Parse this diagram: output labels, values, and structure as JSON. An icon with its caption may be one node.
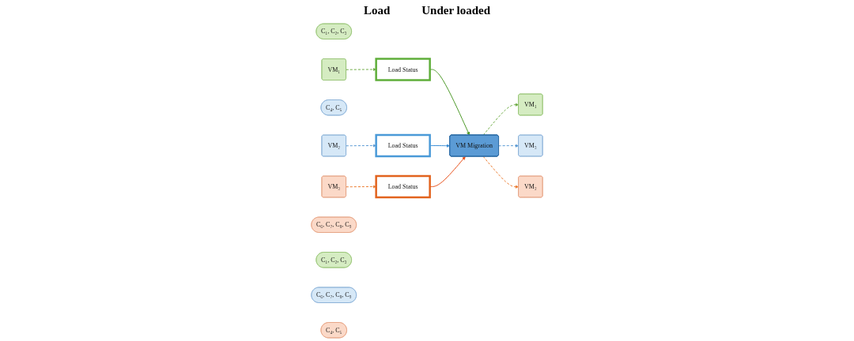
{
  "diagram": {
    "nodes": [
      {
        "text": [
          "C₁, C₂, C₃"
        ]
      },
      {
        "text": [
          "VM₁"
        ]
      },
      {
        "text": [
          "Load Status"
        ]
      },
      {
        "text": [
          "C₄, C₅"
        ]
      },
      {
        "text": [
          "VM₂"
        ]
      },
      {
        "text": [
          "Load Status"
        ]
      },
      {
        "text": [
          "VM₃"
        ]
      },
      {
        "text": [
          "C₆, C₇, C₈, C₉"
        ]
      },
      {
        "text": [
          "Load Status"
        ]
      },
      {
        "text": [
          "VM Migration"
        ]
      },
      {
        "text": [
          "VM₁"
        ]
      },
      {
        "text": [
          "C₁, C₂, C₃"
        ]
      },
      {
        "text": [
          "VM₃"
        ]
      },
      {
        "text": [
          "C₆, C₇, C₈, C₉"
        ]
      },
      {
        "text": [
          "VM₂"
        ]
      },
      {
        "text": [
          "C₄, C₅"
        ]
      }
    ],
    "edges": [
      {
        "from": 1,
        "to": 2,
        "arrow": "to",
        "style": "dashed",
        "color": "#70ad47"
      },
      {
        "from": 4,
        "to": 5,
        "arrow": "to",
        "style": "dashed",
        "color": "#5b9bd5"
      },
      {
        "from": 6,
        "to": 8,
        "arrow": "to",
        "style": "dashed",
        "color": "#ed7d31"
      },
      {
        "from": 2,
        "to": 9,
        "arrow": "to",
        "color": "#4e9a2a"
      },
      {
        "from": 5,
        "to": 9,
        "arrow": "to",
        "color": "#3d8fd6"
      },
      {
        "from": 8,
        "to": 9,
        "arrow": "to",
        "color": "#e8501a"
      },
      {
        "from": 9,
        "to": 10,
        "arrow": "to",
        "style": "dashed",
        "color": "#70ad47"
      },
      {
        "from": 9,
        "to": 12,
        "arrow": "to",
        "style": "dashed",
        "color": "#5b9bd5"
      },
      {
        "from": 9,
        "to": 14,
        "arrow": "to",
        "style": "dashed",
        "color": "#ed7d31"
      }
    ],
    "labels": [
      "Load",
      "Under loaded"
    ]
  }
}
